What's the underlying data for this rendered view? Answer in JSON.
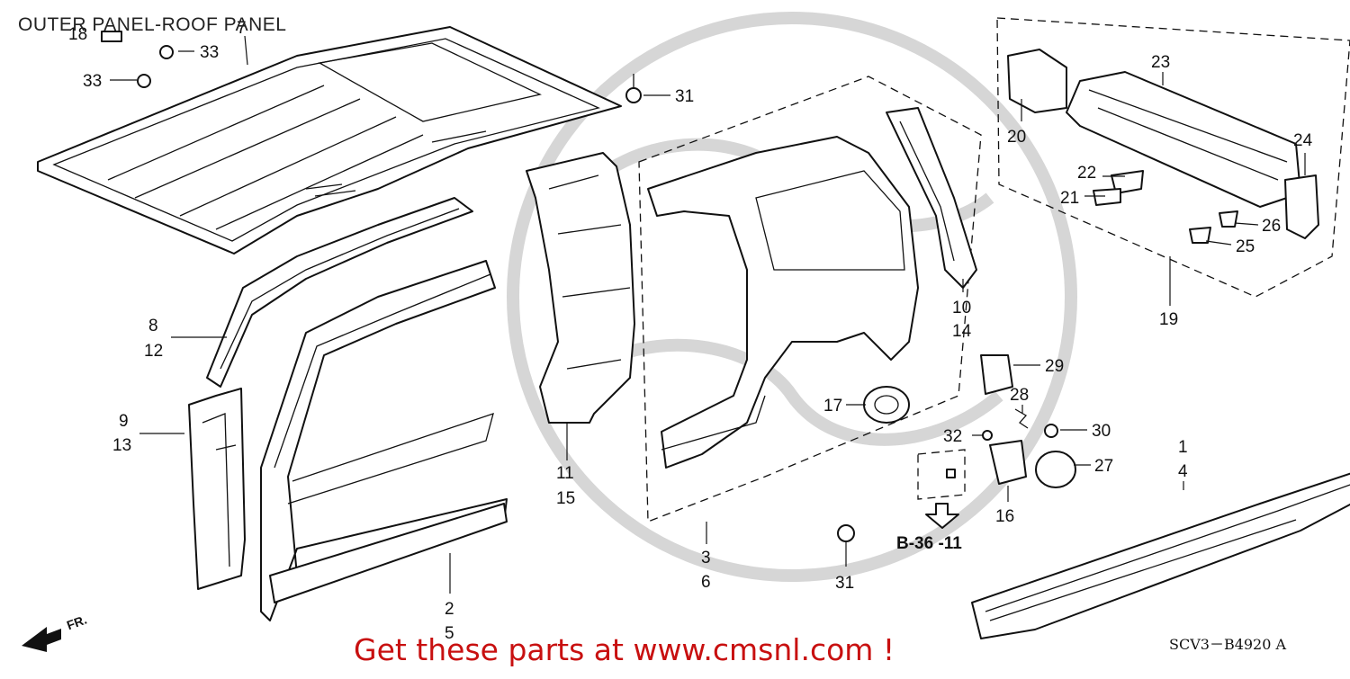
{
  "title": "OUTER PANEL-ROOF PANEL",
  "footer_text": "Get these parts at www.cmsnl.com !",
  "diagram_code": "SCV3－B4920 A",
  "reference_label": "B-36 -11",
  "direction_label": "FR.",
  "callouts": {
    "c1": "1",
    "c2": "2",
    "c3": "3",
    "c4": "4",
    "c5": "5",
    "c6": "6",
    "c7": "7",
    "c8": "8",
    "c9": "9",
    "c10": "10",
    "c11": "11",
    "c12": "12",
    "c13": "13",
    "c14": "14",
    "c15": "15",
    "c16": "16",
    "c17": "17",
    "c18": "18",
    "c19": "19",
    "c20": "20",
    "c21": "21",
    "c22": "22",
    "c23": "23",
    "c24": "24",
    "c25": "25",
    "c26": "26",
    "c27": "27",
    "c28": "28",
    "c29": "29",
    "c30": "30",
    "c31": "31",
    "c32": "32",
    "c33": "33"
  },
  "colors": {
    "footer": "#c81010",
    "line": "#111111",
    "watermark": "#d6d6d6"
  }
}
